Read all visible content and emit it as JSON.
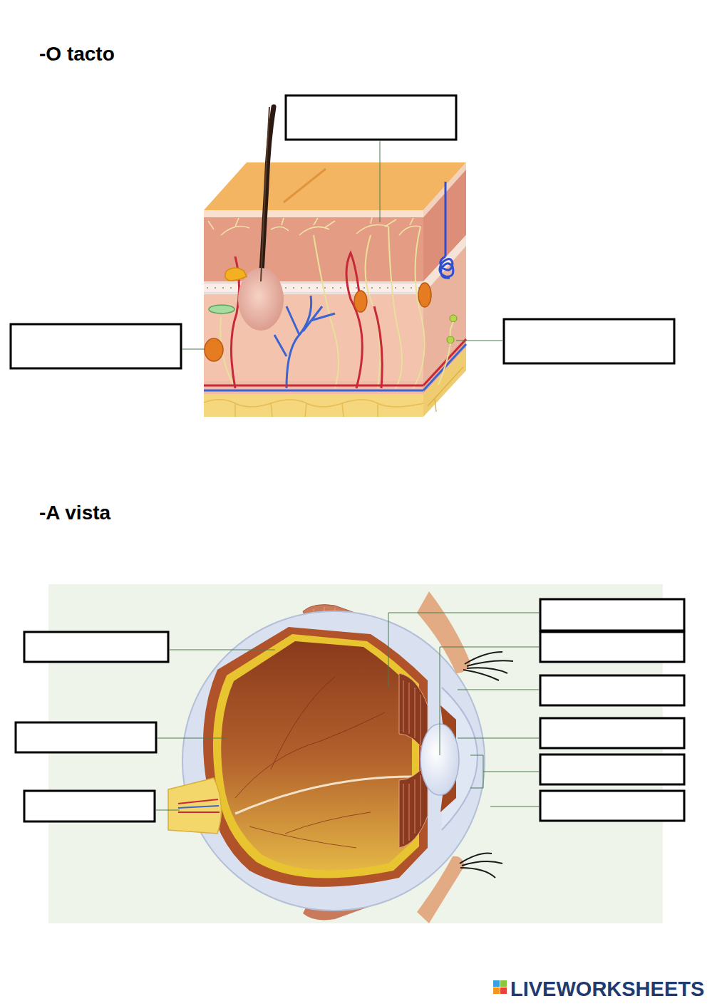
{
  "diagram": {
    "labels": [
      "-O tacto",
      "-A vista",
      "LIVEWORKSHEETS"
    ]
  }
}
